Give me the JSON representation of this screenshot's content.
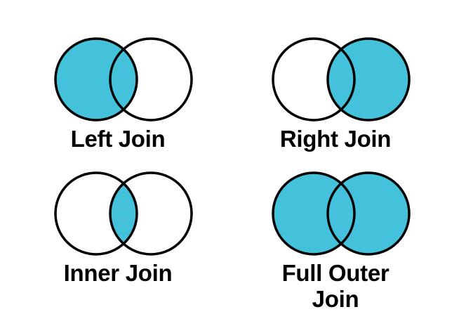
{
  "page": {
    "background_color": "#ffffff",
    "text_color": "#000000"
  },
  "diagram": {
    "type": "venn-join-diagram",
    "fill_color": "#45C2DB",
    "empty_color": "#ffffff",
    "stroke_color": "#000000",
    "diagrams": [
      {
        "id": "left-join",
        "label": "Left Join",
        "shaded_region": "left-circle"
      },
      {
        "id": "right-join",
        "label": "Right Join",
        "shaded_region": "right-circle"
      },
      {
        "id": "inner-join",
        "label": "Inner Join",
        "shaded_region": "intersection"
      },
      {
        "id": "full-outer-join",
        "label": "Full Outer\nJoin",
        "shaded_region": "both-circles"
      }
    ]
  }
}
